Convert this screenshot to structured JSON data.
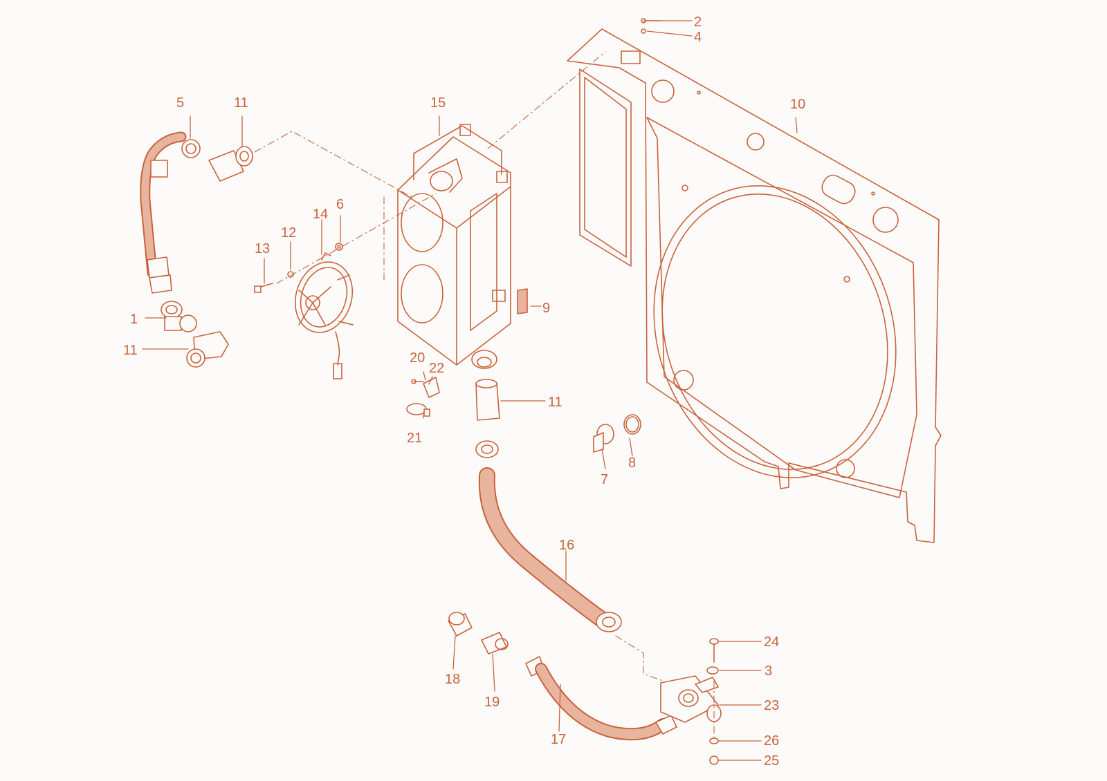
{
  "diagram": {
    "line_color": "#c8623c",
    "hose_fill": "#e8b49e",
    "background": "#fdfbf9",
    "callouts": [
      "1",
      "2",
      "3",
      "4",
      "5",
      "6",
      "7",
      "8",
      "9",
      "10",
      "11",
      "11",
      "11",
      "12",
      "13",
      "14",
      "15",
      "16",
      "17",
      "18",
      "19",
      "20",
      "21",
      "22",
      "23",
      "24",
      "25",
      "26"
    ]
  }
}
